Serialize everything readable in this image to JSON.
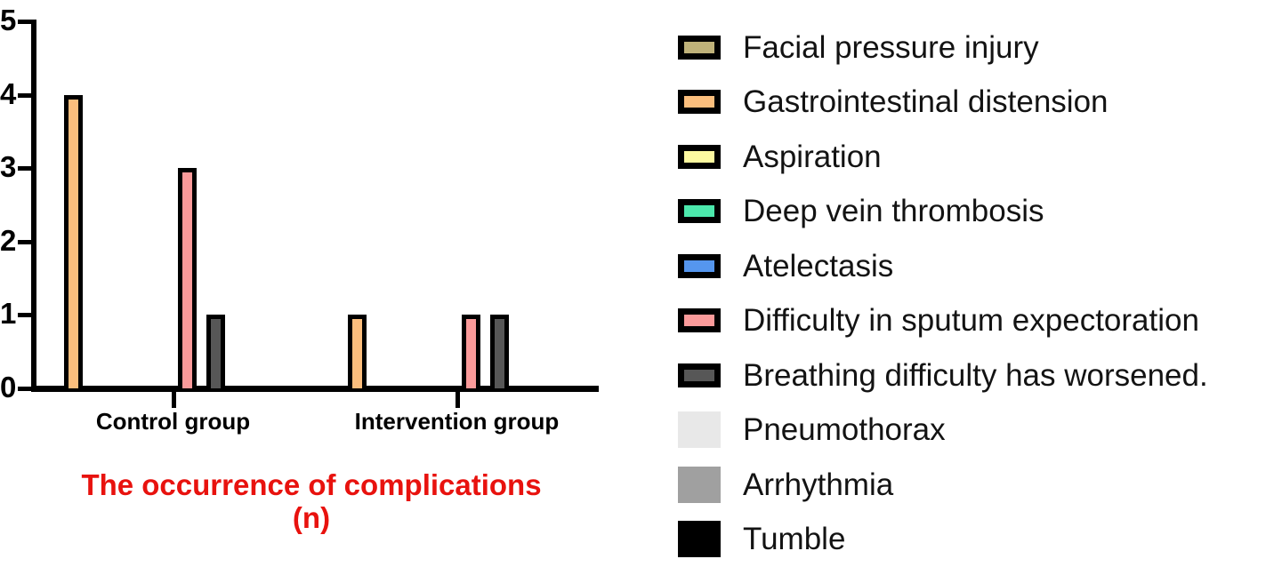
{
  "chart_data": {
    "type": "bar",
    "title": "The occurrence of complications (n)",
    "title_lines": [
      "The occurrence of complications",
      "(n)"
    ],
    "title_color": "#e8120e",
    "xlabel": "",
    "ylabel": "",
    "ylim": [
      0,
      5
    ],
    "y_ticks": [
      5,
      4,
      3,
      2,
      1,
      0
    ],
    "grid": false,
    "legend_position": "right",
    "categories": [
      "Control group",
      "Intervention group"
    ],
    "series": [
      {
        "name": "Facial pressure injury",
        "color": "#bfb27a",
        "values": [
          0,
          0
        ]
      },
      {
        "name": "Gastrointestinal distension",
        "color": "#fbbe7d",
        "values": [
          4,
          1
        ]
      },
      {
        "name": "Aspiration",
        "color": "#fdf9a0",
        "values": [
          0,
          0
        ]
      },
      {
        "name": "Deep vein thrombosis",
        "color": "#4ce8ac",
        "values": [
          0,
          0
        ]
      },
      {
        "name": "Atelectasis",
        "color": "#5596ee",
        "values": [
          0,
          0
        ]
      },
      {
        "name": "Difficulty in sputum expectoration",
        "color": "#fa9a9a",
        "values": [
          3,
          1
        ]
      },
      {
        "name": "Breathing difficulty has worsened.",
        "color": "#575757",
        "values": [
          1,
          1
        ]
      },
      {
        "name": "Pneumothorax",
        "color": "#e8e8e8",
        "values": [
          0,
          0
        ]
      },
      {
        "name": "Arrhythmia",
        "color": "#a0a0a0",
        "values": [
          0,
          0
        ]
      },
      {
        "name": "Tumble",
        "color": "#000000",
        "values": [
          0,
          0
        ]
      }
    ]
  },
  "legend": {
    "items": [
      {
        "label": "Facial pressure injury",
        "color": "#bfb27a",
        "bordered": true
      },
      {
        "label": "Gastrointestinal distension",
        "color": "#fbbe7d",
        "bordered": true
      },
      {
        "label": "Aspiration",
        "color": "#fdf9a0",
        "bordered": true
      },
      {
        "label": "Deep vein thrombosis",
        "color": "#4ce8ac",
        "bordered": true
      },
      {
        "label": "Atelectasis",
        "color": "#5596ee",
        "bordered": true
      },
      {
        "label": "Difficulty in sputum expectoration",
        "color": "#fa9a9a",
        "bordered": true
      },
      {
        "label": "Breathing difficulty has worsened.",
        "color": "#575757",
        "bordered": true
      },
      {
        "label": "Pneumothorax",
        "color": "#e8e8e8",
        "bordered": false
      },
      {
        "label": "Arrhythmia",
        "color": "#a0a0a0",
        "bordered": false
      },
      {
        "label": "Tumble",
        "color": "#000000",
        "bordered": false
      }
    ]
  },
  "axis": {
    "y_tick_labels": [
      "5",
      "4",
      "3",
      "2",
      "1",
      "0"
    ],
    "x_group_labels": [
      "Control group",
      "Intervention group"
    ]
  }
}
